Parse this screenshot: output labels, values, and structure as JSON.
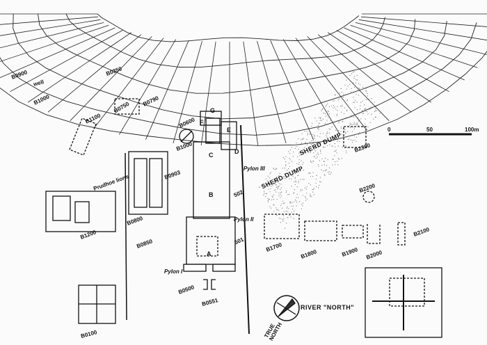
{
  "title": "Site plan",
  "labels": {
    "b0900_nw": "B0900",
    "well": "well",
    "b1000_nw": "B1000",
    "b0350": "B0350",
    "b1100": "B1100",
    "b0750": "B0750",
    "b0790": "B0790",
    "b0600": "B0600",
    "b1000": "B1000",
    "b0903": "B0903",
    "prudhoe": "Prudhoe lions",
    "b1200": "B1200",
    "b0800": "B0800",
    "b0850": "B0850",
    "g": "G",
    "f": "F",
    "e": "E",
    "d": "D",
    "c": "C",
    "b": "B",
    "a": "A",
    "pylon3": "Pylon III",
    "pylon2": "Pylon II",
    "pylon1": "Pylon I",
    "s502": "502",
    "s501": "501",
    "b0500": "B0500",
    "b0551": "B0551",
    "sherd1": "SHERD DUMP",
    "sherd2": "SHERD DUMP",
    "b2300": "B2300",
    "b2200": "B2200",
    "b1700": "B1700",
    "b1800": "B1800",
    "b1900": "B1900",
    "b2000": "B2000",
    "b2100": "B2100",
    "b0100": "B0100",
    "river_north": "RIVER \"NORTH\"",
    "true_north": "TRUE NORTH"
  },
  "scale": {
    "zero": "0",
    "mid": "50",
    "end": "100m"
  }
}
